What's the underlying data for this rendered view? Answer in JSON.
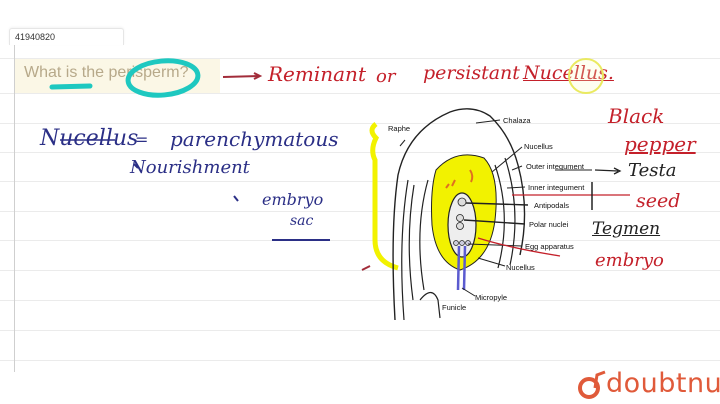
{
  "video_id": "41940820",
  "question": "What is the perisperm?",
  "annotations_red": {
    "answer_line": "Remnant or persistent Nucellus.",
    "answer_words": [
      "Reminant",
      "or",
      "persistant",
      "Nucellus."
    ],
    "black": "Black",
    "pepper": "pepper",
    "seed": "seed",
    "embryo": "embryo"
  },
  "annotations_blue": {
    "nucellus": "Nucellus",
    "equals": "=",
    "parenchymatous": "parenchymatous",
    "nourishment": "Nourishment",
    "embryo": "embryo",
    "sac": "sac"
  },
  "annotations_black": {
    "testa": "Testa",
    "tegmen": "Tegmen"
  },
  "diagram": {
    "labels": {
      "raphe": "Raphe",
      "chalaza": "Chalaza",
      "nucellus_top": "Nucellus",
      "outer_integument": "Outer integument",
      "inner_integument": "Inner integument",
      "antipodals": "Antipodals",
      "polar_nuclei": "Polar nuclei",
      "egg_apparatus": "Egg apparatus",
      "nucellus_bottom": "Nucellus",
      "micropyle": "Micropyle",
      "funicle": "Funicle"
    }
  },
  "colors": {
    "red_ink": "#c4202a",
    "blue_ink": "#2b2f86",
    "highlight_cyan": "#1ec8c0",
    "highlight_yellow": "#f2f200",
    "brand": "#e05a3a"
  },
  "brand": {
    "name": "doubtnut",
    "icon": "doubtnut-logo-icon"
  }
}
